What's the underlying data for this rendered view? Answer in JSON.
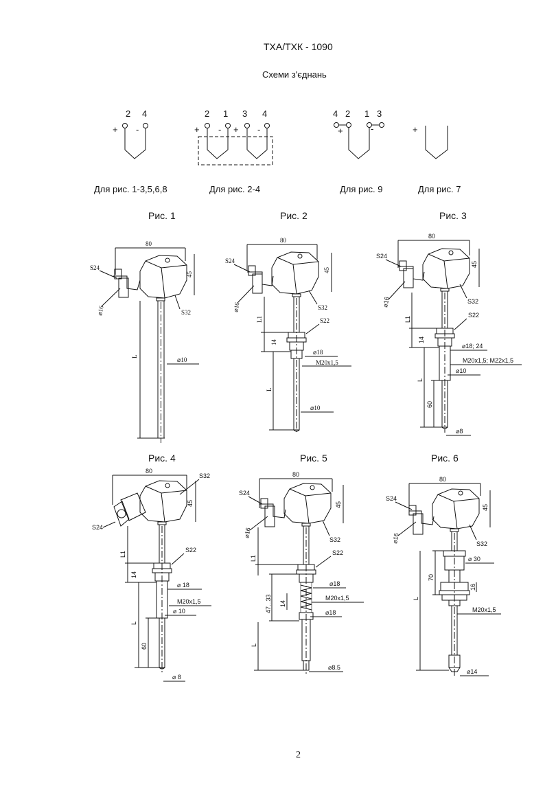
{
  "header": {
    "title": "ТХА/ТХК - 1090",
    "subtitle": "Схеми з'єднань"
  },
  "schemes": [
    {
      "numbers": [
        "2",
        "4"
      ],
      "caption": "Для рис. 1-3,5,6,8"
    },
    {
      "numbers": [
        "2",
        "1",
        "3",
        "4"
      ],
      "caption": "Для рис. 2-4"
    },
    {
      "numbers": [
        "4",
        "2",
        "1",
        "3"
      ],
      "caption": "Для рис. 9"
    },
    {
      "numbers": [],
      "caption": "Для рис. 7"
    }
  ],
  "polarity": {
    "plus": "+",
    "minus": "-"
  },
  "figures": [
    {
      "label": "Рис. 1",
      "dims": {
        "width": "80",
        "height": "45",
        "wrench_left": "S24",
        "wrench_head": "S32",
        "pipe": "⌀16",
        "length": "L",
        "tube": "⌀10"
      }
    },
    {
      "label": "Рис. 2",
      "dims": {
        "width": "80",
        "height": "45",
        "wrench_left": "S24",
        "wrench_head": "S32",
        "pipe": "⌀16",
        "l1": "L1",
        "wrench_fit": "S22",
        "d18": "⌀18",
        "m20": "M20x1,5",
        "h14": "14",
        "length": "L",
        "tube": "⌀10"
      }
    },
    {
      "label": "Рис. 3",
      "dims": {
        "width": "80",
        "height": "45",
        "wrench_left": "S24",
        "wrench_head": "S32",
        "pipe": "⌀16",
        "l1": "L1",
        "wrench_fit": "S22",
        "d18": "⌀18;  24",
        "m20": "M20x1,5;  M22x1,5",
        "h14": "14",
        "tube": "⌀10",
        "length": "L",
        "h60": "60",
        "tip": "⌀8"
      }
    },
    {
      "label": "Рис. 4",
      "dims": {
        "width": "80",
        "height": "45",
        "wrench_left": "S24",
        "wrench_head": "S32",
        "l1": "L1",
        "wrench_fit": "S22",
        "d18": "⌀ 18",
        "m20": "M20x1,5",
        "h14": "14",
        "tube": "⌀ 10",
        "length": "L",
        "h60": "60",
        "tip": "⌀ 8"
      }
    },
    {
      "label": "Рис. 5",
      "dims": {
        "width": "80",
        "height": "45",
        "wrench_left": "S24",
        "wrench_head": "S32",
        "pipe": "⌀16",
        "l1": "L1",
        "wrench_fit": "S22",
        "d18": "⌀18",
        "m20": "M20x1,5",
        "h14": "14",
        "h47": "47...33",
        "d18b": "⌀18",
        "length": "L",
        "tip": "⌀8.5"
      }
    },
    {
      "label": "Рис. 6",
      "dims": {
        "width": "80",
        "height": "45",
        "wrench_left": "S24",
        "wrench_head": "S32",
        "pipe": "⌀16",
        "d30": "⌀ 30",
        "h70": "70",
        "h16": "16",
        "length": "L",
        "m20": "M20x1,5",
        "tip": "⌀14"
      }
    }
  ],
  "page_number": "2"
}
